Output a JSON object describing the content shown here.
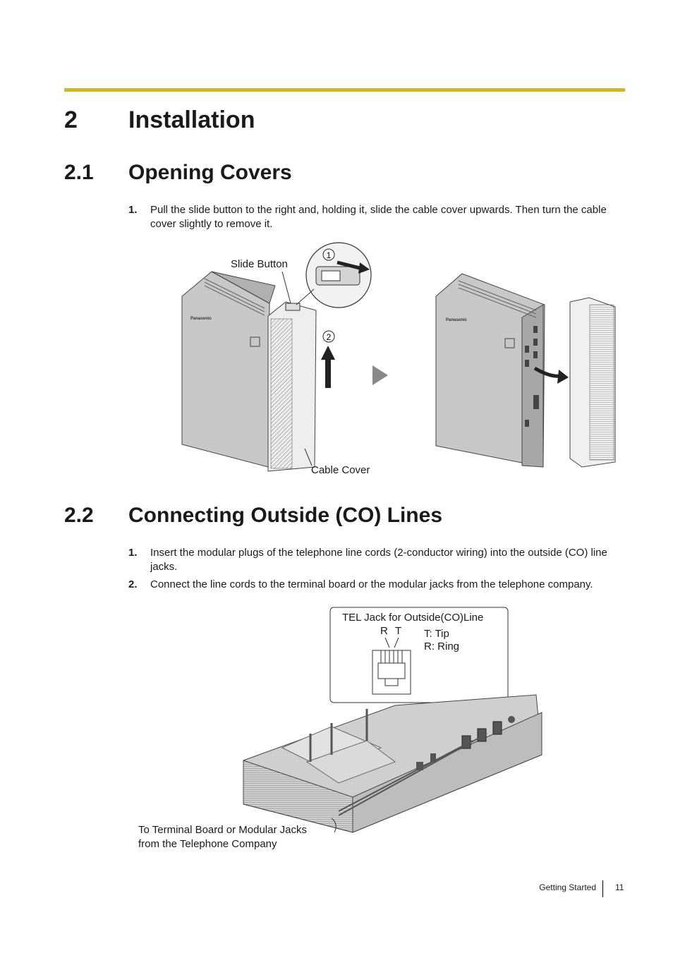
{
  "chapter": {
    "number": "2",
    "title": "Installation"
  },
  "sections": [
    {
      "number": "2.1",
      "title": "Opening Covers",
      "steps": [
        {
          "num": "1.",
          "text": "Pull the slide button to the right and, holding it, slide the cable cover upwards. Then turn the cable cover slightly to remove it."
        }
      ],
      "figure": {
        "slide_button_label": "Slide Button",
        "cable_cover_label": "Cable Cover",
        "step_marker_1": "1",
        "step_marker_2": "2",
        "brand_text": "Panasonic"
      }
    },
    {
      "number": "2.2",
      "title": "Connecting Outside (CO) Lines",
      "steps": [
        {
          "num": "1.",
          "text": "Insert the modular plugs of the telephone line cords (2-conductor wiring) into the outside (CO) line jacks."
        },
        {
          "num": "2.",
          "text": "Connect the line cords to the terminal board or the modular jacks from the telephone company."
        }
      ],
      "figure": {
        "callout_title": "TEL Jack for Outside(CO)Line",
        "pin_r": "R",
        "pin_t": "T",
        "tip_legend": "T: Tip",
        "ring_legend": "R: Ring",
        "terminal_label_line1": "To Terminal Board or Modular Jacks",
        "terminal_label_line2": "from the Telephone Company"
      }
    }
  ],
  "footer": {
    "section": "Getting Started",
    "page": "11"
  },
  "colors": {
    "accent_bar": "#d8bb00",
    "device_fill": "#c8c8c8",
    "device_dark": "#9a9a9a",
    "arrow": "#222222"
  }
}
